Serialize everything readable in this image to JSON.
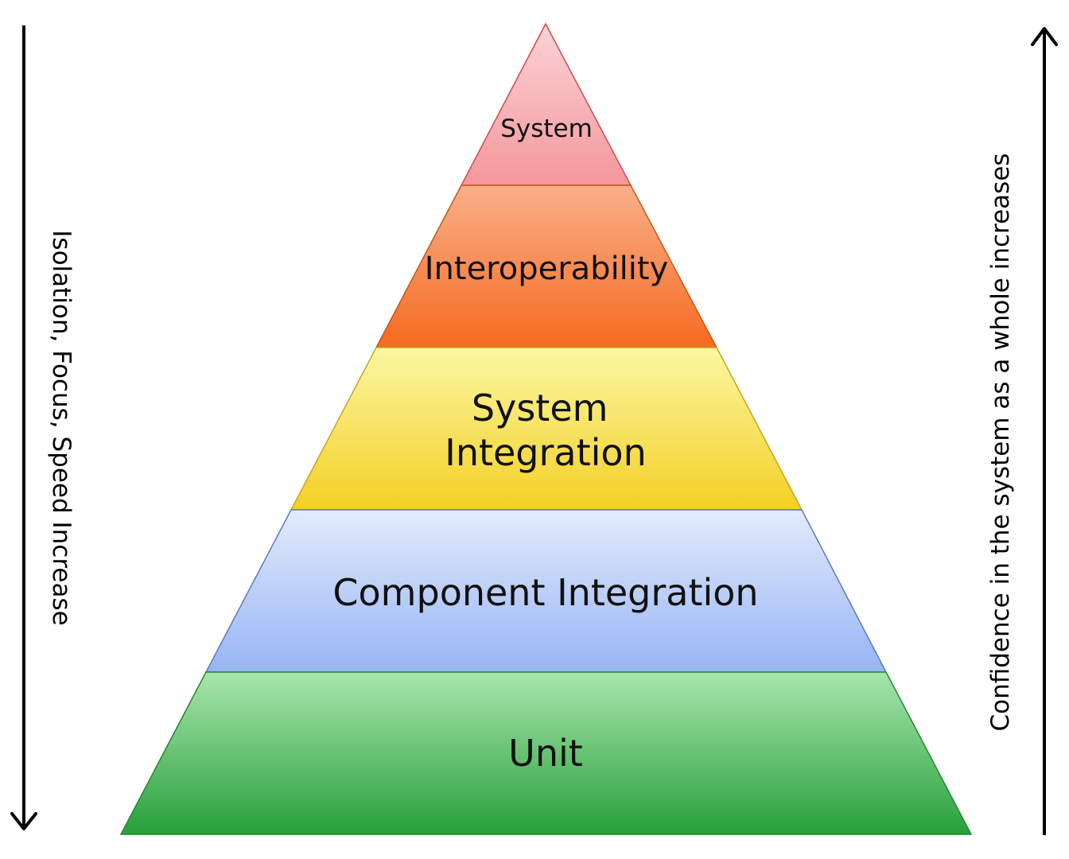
{
  "left_axis": {
    "label": "Isolation, Focus, Speed Increase",
    "direction": "down"
  },
  "right_axis": {
    "label": "Confidence in the system as a whole increases",
    "direction": "up"
  },
  "pyramid": {
    "tiers": [
      {
        "id": "system",
        "lines": [
          "System"
        ],
        "fill_top": "#f9d3d6",
        "fill_bottom": "#f4979c",
        "stroke": "#d04a4f"
      },
      {
        "id": "interoperability",
        "lines": [
          "Interoperability"
        ],
        "fill_top": "#f8b08a",
        "fill_bottom": "#f66a20",
        "stroke": "#c85515"
      },
      {
        "id": "system-integration",
        "lines": [
          "System",
          "Integration"
        ],
        "fill_top": "#fbf7a3",
        "fill_bottom": "#f4cf24",
        "stroke": "#c9a51a"
      },
      {
        "id": "component-integration",
        "lines": [
          "Component Integration"
        ],
        "fill_top": "#e3ebfb",
        "fill_bottom": "#97b4f4",
        "stroke": "#5a79c4"
      },
      {
        "id": "unit",
        "lines": [
          "Unit"
        ],
        "fill_top": "#a9e5ad",
        "fill_bottom": "#27a03a",
        "stroke": "#23882f"
      }
    ]
  }
}
